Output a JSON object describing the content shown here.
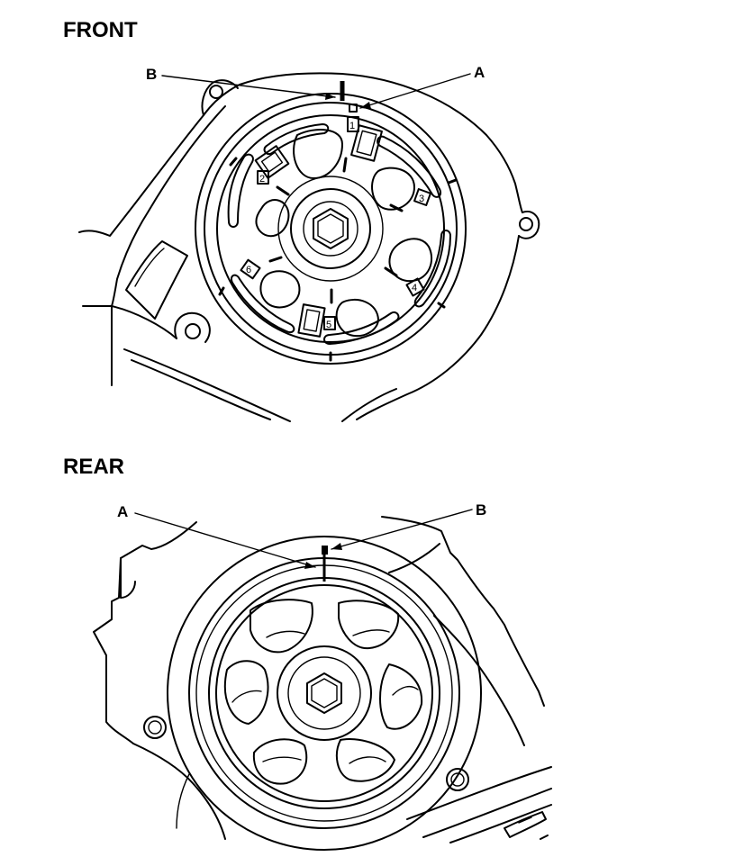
{
  "front": {
    "title": "FRONT",
    "callout_a": "A",
    "callout_b": "B",
    "cam_numbers": [
      "1",
      "2",
      "3",
      "4",
      "5",
      "6"
    ]
  },
  "rear": {
    "title": "REAR",
    "callout_a": "A",
    "callout_b": "B"
  },
  "colors": {
    "ink": "#000000",
    "paper": "#ffffff"
  }
}
